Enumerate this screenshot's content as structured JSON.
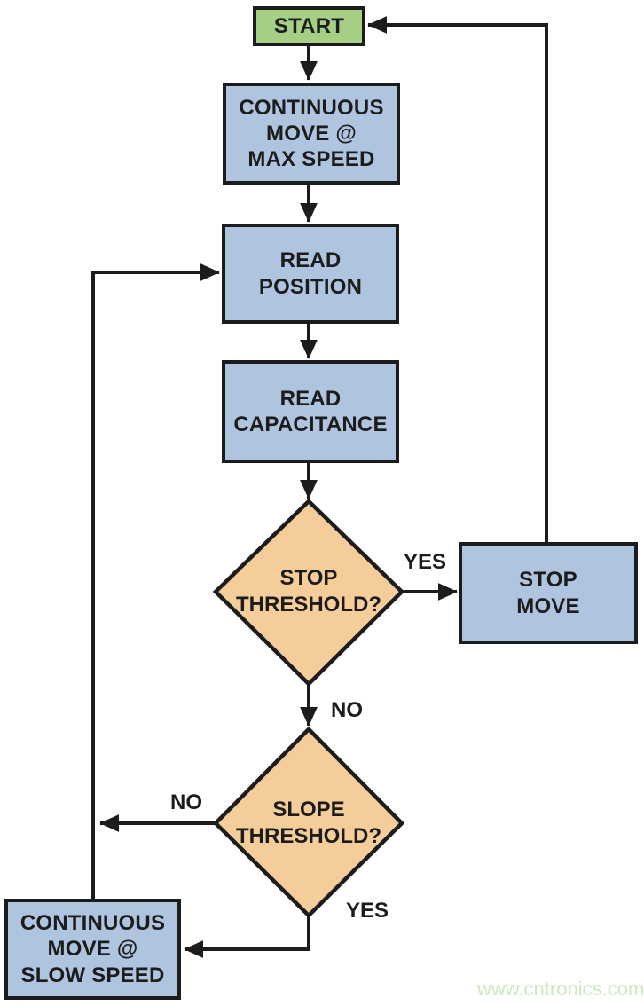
{
  "diagram": {
    "type": "flowchart",
    "nodes": {
      "start": {
        "shape": "rect-start",
        "label": "START"
      },
      "cont_max": {
        "shape": "rect-process",
        "lines": [
          "CONTINUOUS",
          "MOVE @",
          "MAX SPEED"
        ]
      },
      "read_position": {
        "shape": "rect-process",
        "lines": [
          "READ",
          "POSITION"
        ]
      },
      "read_capacitance": {
        "shape": "rect-process",
        "lines": [
          "READ",
          "CAPACITANCE"
        ]
      },
      "stop_threshold": {
        "shape": "diamond-decision",
        "lines": [
          "STOP",
          "THRESHOLD?"
        ]
      },
      "stop_move": {
        "shape": "rect-process",
        "lines": [
          "STOP",
          "MOVE"
        ]
      },
      "slope_threshold": {
        "shape": "diamond-decision",
        "lines": [
          "SLOPE",
          "THRESHOLD?"
        ]
      },
      "cont_slow": {
        "shape": "rect-process",
        "lines": [
          "CONTINUOUS",
          "MOVE @",
          "SLOW SPEED"
        ]
      }
    },
    "edges": [
      {
        "from": "start",
        "to": "cont_max",
        "label": ""
      },
      {
        "from": "cont_max",
        "to": "read_position",
        "label": ""
      },
      {
        "from": "read_position",
        "to": "read_capacitance",
        "label": ""
      },
      {
        "from": "read_capacitance",
        "to": "stop_threshold",
        "label": ""
      },
      {
        "from": "stop_threshold",
        "to": "stop_move",
        "label": "YES"
      },
      {
        "from": "stop_threshold",
        "to": "slope_threshold",
        "label": "NO"
      },
      {
        "from": "stop_move",
        "to": "start",
        "label": ""
      },
      {
        "from": "slope_threshold",
        "to": "read_position",
        "label": "NO"
      },
      {
        "from": "slope_threshold",
        "to": "cont_slow",
        "label": "YES"
      },
      {
        "from": "cont_slow",
        "to": "read_position",
        "label": ""
      }
    ],
    "edge_labels": {
      "stop_yes": "YES",
      "stop_no": "NO",
      "slope_no": "NO",
      "slope_yes": "YES"
    }
  },
  "colors": {
    "start_fill": "#a6ce85",
    "process_fill": "#aec4df",
    "decision_fill": "#f5cd9b",
    "line_color": "#1c1c1c",
    "watermark_color": "#cde8bc",
    "page_bg": "#ffffff"
  },
  "watermark": {
    "text": "www.cntronics.com"
  }
}
